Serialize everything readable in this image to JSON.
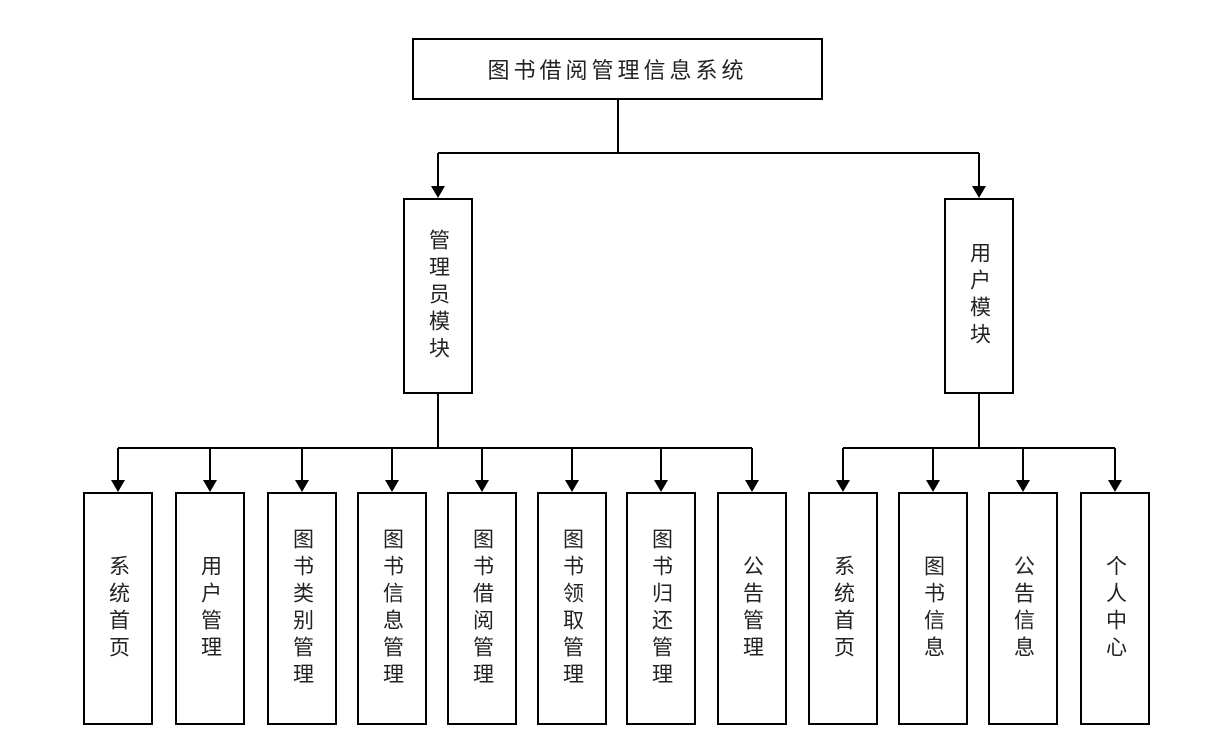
{
  "diagram": {
    "colors": {
      "background": "#ffffff",
      "line": "#000000",
      "box_border": "#000000",
      "box_fill": "#ffffff",
      "text": "#222222"
    },
    "root": {
      "label": "图书借阅管理信息系统"
    },
    "modules": [
      {
        "label": "管理员模块",
        "children": [
          "系统首页",
          "用户管理",
          "图书类别管理",
          "图书信息管理",
          "图书借阅管理",
          "图书领取管理",
          "图书归还管理",
          "公告管理"
        ]
      },
      {
        "label": "用户模块",
        "children": [
          "系统首页",
          "图书信息",
          "公告信息",
          "个人中心"
        ]
      }
    ]
  }
}
